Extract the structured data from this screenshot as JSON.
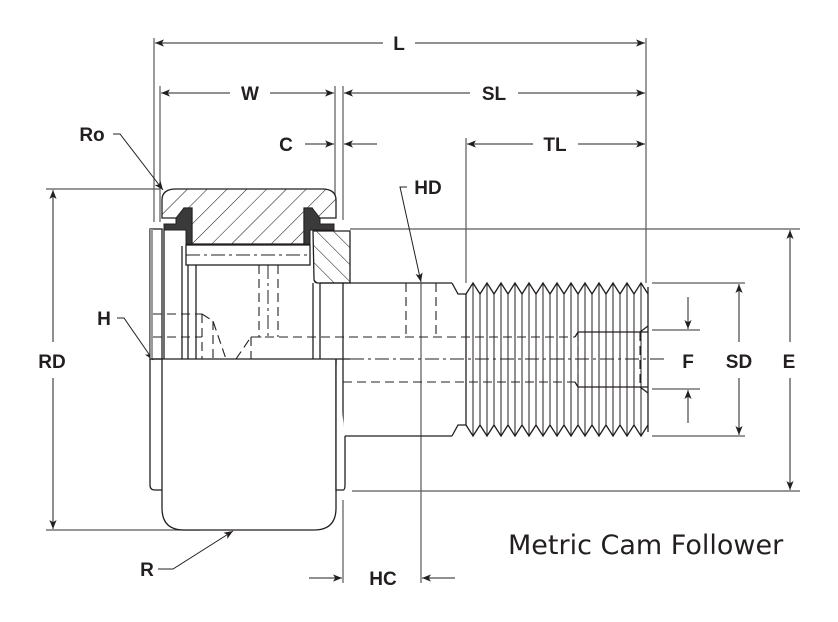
{
  "title": "Metric Cam Follower",
  "dimension_labels": {
    "L": "L",
    "W": "W",
    "SL": "SL",
    "C": "C",
    "TL": "TL",
    "Ro": "Ro",
    "HD": "HD",
    "H": "H",
    "RD": "RD",
    "F": "F",
    "SD": "SD",
    "E": "E",
    "R": "R",
    "HC": "HC"
  },
  "colors": {
    "ink": "#231f20",
    "extension_line": "#58595b",
    "seal": "#3a3a3a",
    "background": "#ffffff"
  }
}
